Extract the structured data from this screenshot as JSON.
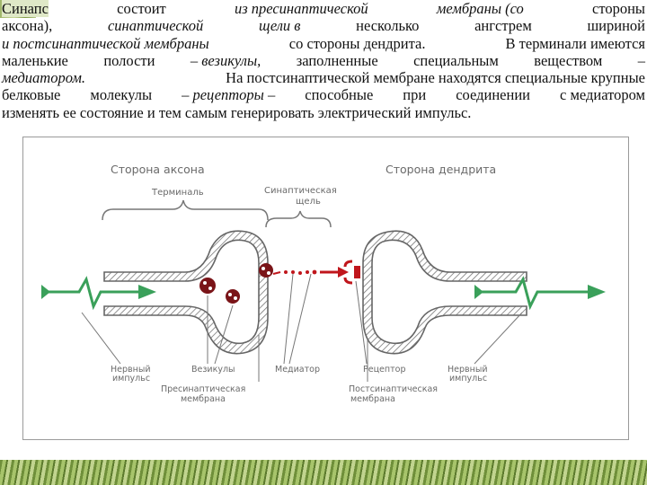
{
  "text_lines": [
    [
      "Синапс",
      "состоит",
      "из пресинаптической",
      "мембраны (со",
      "стороны"
    ],
    [
      "аксона),",
      "синаптической",
      "щели в",
      "несколько",
      "ангстрем",
      "шириной"
    ],
    [
      "и постсинаптической мембраны",
      "со стороны дендрита.",
      "В терминали имеются"
    ],
    [
      "маленькие",
      "полости",
      "– везикулы,",
      "заполненные",
      "специальным",
      "веществом",
      "–"
    ],
    [
      "медиатором.",
      "На постсинаптической мембране находятся специальные крупные"
    ],
    [
      "белковые",
      "молекулы",
      "– рецепторы –",
      "способные",
      "при",
      "соединении",
      "с медиатором"
    ],
    [
      "изменять ее состояние и тем самым генерировать электрический импульс."
    ]
  ],
  "diagram": {
    "side_axon": "Сторона аксона",
    "side_dendrite": "Сторона дендрита",
    "terminal": "Терминаль",
    "cleft_line1": "Синаптическая",
    "cleft_line2": "щель",
    "nerve_impulse_left_1": "Нервный",
    "nerve_impulse_left_2": "импульс",
    "vesicles": "Везикулы",
    "mediator": "Медиатор",
    "receptor": "Рецептор",
    "nerve_impulse_right_1": "Нервный",
    "nerve_impulse_right_2": "импульс",
    "presyn_1": "Пресинаптическая",
    "presyn_2": "мембрана",
    "postsyn_1": "Постсинаптическая",
    "postsyn_2": "мембрана"
  },
  "colors": {
    "arrow_green": "#3aa05a",
    "mediator_red": "#c0161c",
    "vesicle_dark": "#7a1418",
    "line_gray": "#777777"
  }
}
